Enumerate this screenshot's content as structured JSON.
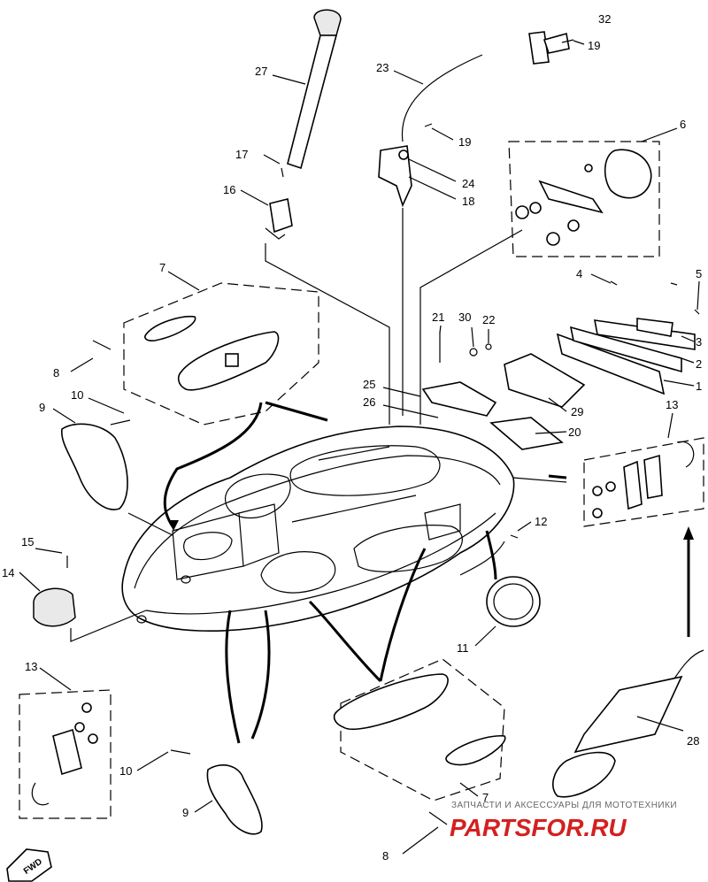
{
  "callouts": {
    "c1": "1",
    "c2": "2",
    "c3": "3",
    "c4": "4",
    "c5": "5",
    "c6": "6",
    "c7a": "7",
    "c7b": "7",
    "c8a": "8",
    "c8b": "8",
    "c9a": "9",
    "c9b": "9",
    "c10a": "10",
    "c10b": "10",
    "c11": "11",
    "c12": "12",
    "c13a": "13",
    "c13b": "13",
    "c14": "14",
    "c15": "15",
    "c16": "16",
    "c17": "17",
    "c18": "18",
    "c19a": "19",
    "c19b": "19",
    "c20": "20",
    "c21": "21",
    "c22": "22",
    "c23": "23",
    "c24": "24",
    "c25": "25",
    "c26": "26",
    "c27": "27",
    "c28": "28",
    "c29": "29",
    "c30": "30",
    "c32": "32"
  },
  "direction_marker": "FWD",
  "watermark": {
    "tagline": "ЗАПЧАСТИ И АКСЕССУАРЫ ДЛЯ МОТОТЕХНИКИ",
    "brand": "PARTSFOR.RU",
    "accent_color": "#d42020"
  }
}
